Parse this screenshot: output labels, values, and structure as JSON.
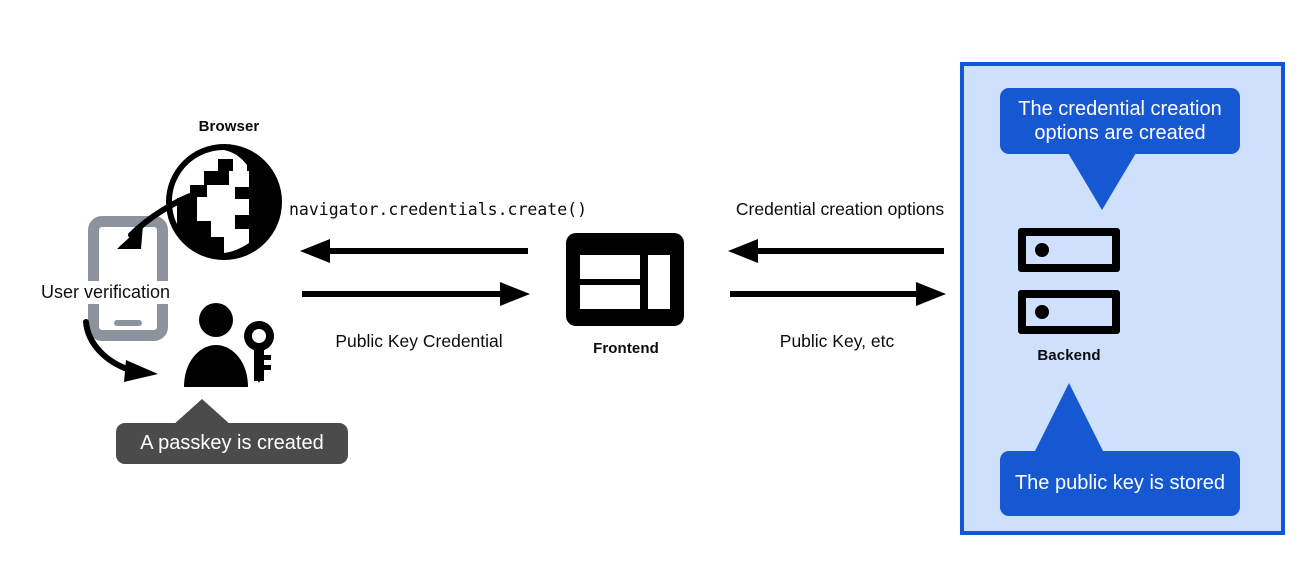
{
  "diagram": {
    "title": "WebAuthn passkey registration flow",
    "colors": {
      "panel_fill": "#cfe0fd",
      "panel_border": "#1256d3",
      "callout_blue": "#1558d1",
      "callout_dark": "#4b4b4b",
      "icon_black": "#000000",
      "phone_gray": "#8d939d",
      "background": "#ffffff"
    }
  },
  "client_side": {
    "browser_label": "Browser",
    "browser_icon": "globe-icon",
    "phone_icon": "smartphone-icon",
    "user_verification_label": "User verification",
    "passkey_icon": "person-with-key-icon",
    "passkey_callout": "A passkey is created"
  },
  "frontend": {
    "label": "Frontend",
    "icon": "web-layout-icon"
  },
  "backend": {
    "label": "Backend",
    "icon": "server-rack-icon",
    "top_callout": "The credential creation options are created",
    "bottom_callout": "The public key is stored"
  },
  "flows": {
    "browser_frontend": {
      "top_label": "navigator.credentials.create()",
      "top_direction": "left",
      "bottom_label": "Public Key Credential",
      "bottom_direction": "right"
    },
    "frontend_backend": {
      "top_label": "Credential creation options",
      "top_direction": "left",
      "bottom_label": "Public Key, etc",
      "bottom_direction": "right"
    }
  }
}
